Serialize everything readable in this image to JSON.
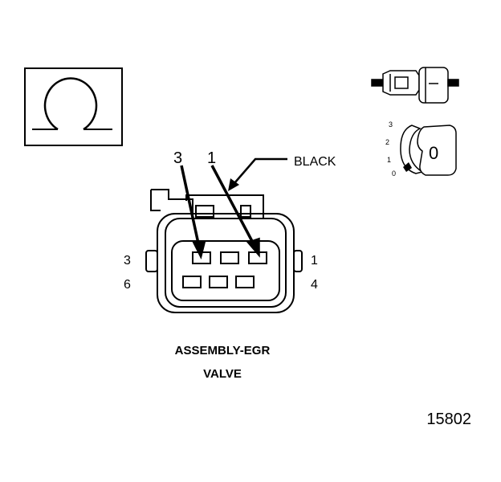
{
  "component": {
    "title_line1": "ASSEMBLY-EGR",
    "title_line2": "VALVE"
  },
  "callouts": {
    "pin_a": "3",
    "pin_b": "1",
    "color": "BLACK"
  },
  "cavity_labels": {
    "top_left": "3",
    "bottom_left": "6",
    "top_right": "1",
    "bottom_right": "4"
  },
  "view_indicator": {
    "scale_3": "3",
    "scale_2": "2",
    "scale_1": "1",
    "scale_0": "0",
    "dial_letter": "0"
  },
  "figure_number": "15802",
  "icons": [
    "ohm-symbol-icon",
    "connector-side-view-icon",
    "view-indicator-dial-icon"
  ]
}
